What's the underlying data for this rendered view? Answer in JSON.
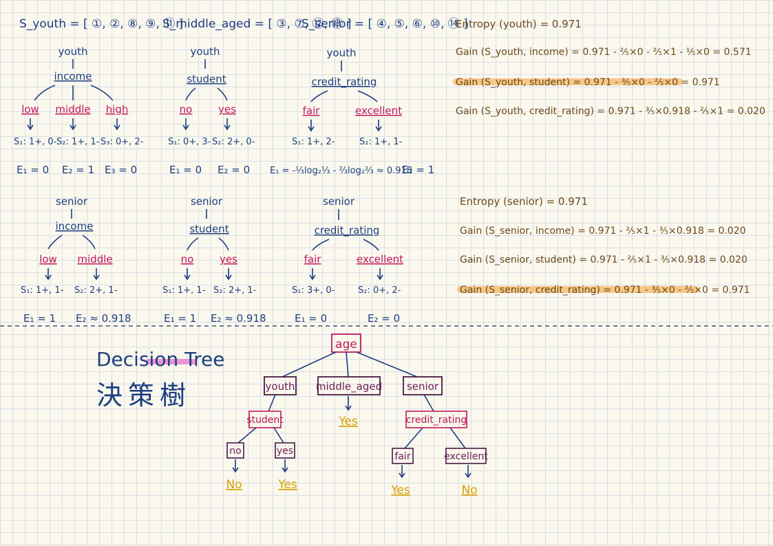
{
  "sets": {
    "youth": "S_youth = [ ①, ②, ⑧, ⑨, ⑪ ]",
    "middle": "S_middle_aged = [ ③, ⑦, ⑫, ⑬ ]",
    "senior": "S_senior = [ ④, ⑤, ⑥, ⑩, ⑭ ]"
  },
  "youth_income": {
    "root": "youth",
    "attr": "income",
    "branches": [
      "low",
      "middle",
      "high"
    ],
    "counts": [
      "S₁: 1+, 0-",
      "S₂: 1+, 1-",
      "S₃: 0+, 2-"
    ],
    "entropy": [
      "E₁ = 0",
      "E₂ = 1",
      "E₃ = 0"
    ]
  },
  "youth_student": {
    "root": "youth",
    "attr": "student",
    "branches": [
      "no",
      "yes"
    ],
    "counts": [
      "S₁: 0+, 3-",
      "S₂: 2+, 0-"
    ],
    "entropy": [
      "E₁ = 0",
      "E₂ = 0"
    ]
  },
  "youth_credit": {
    "root": "youth",
    "attr": "credit_rating",
    "branches": [
      "fair",
      "excellent"
    ],
    "counts": [
      "S₁: 1+, 2-",
      "S₂: 1+, 1-"
    ],
    "entropy": [
      "E₁ = -⅓log₂⅓ - ⅔log₂⅔ ≈ 0.918",
      "E₂ = 1"
    ]
  },
  "senior_income": {
    "root": "senior",
    "attr": "income",
    "branches": [
      "low",
      "middle"
    ],
    "counts": [
      "S₁: 1+, 1-",
      "S₂: 2+, 1-"
    ],
    "entropy": [
      "E₁ = 1",
      "E₂ ≈ 0.918"
    ]
  },
  "senior_student": {
    "root": "senior",
    "attr": "student",
    "branches": [
      "no",
      "yes"
    ],
    "counts": [
      "S₁: 1+, 1-",
      "S₂: 2+, 1-"
    ],
    "entropy": [
      "E₁ = 1",
      "E₂ ≈ 0.918"
    ]
  },
  "senior_credit": {
    "root": "senior",
    "attr": "credit_rating",
    "branches": [
      "fair",
      "excellent"
    ],
    "counts": [
      "S₁: 3+, 0-",
      "S₂: 0+, 2-"
    ],
    "entropy": [
      "E₁ = 0",
      "E₂ = 0"
    ]
  },
  "youth_gain": {
    "entropy": "Entropy (youth) = 0.971",
    "g1": "Gain (S_youth, income) = 0.971 - ⅖×0 - ⅖×1 - ⅕×0 = 0.571",
    "g2": "Gain (S_youth, student) = 0.971 - ⅗×0 - ⅖×0 = 0.971",
    "g3": "Gain (S_youth, credit_rating) = 0.971 - ⅗×0.918 - ⅖×1 = 0.020"
  },
  "senior_gain": {
    "entropy": "Entropy (senior) = 0.971",
    "g1": "Gain (S_senior, income) = 0.971 - ⅖×1 - ⅗×0.918 = 0.020",
    "g2": "Gain (S_senior, student) = 0.971 - ⅖×1 - ⅗×0.918 = 0.020",
    "g3": "Gain (S_senior, credit_rating) = 0.971 - ⅗×0 - ⅖×0 = 0.971"
  },
  "final": {
    "title_en": "Decision Tree",
    "title_zh": "決策樹",
    "root": "age",
    "level1": [
      "youth",
      "middle_aged",
      "senior"
    ],
    "student": "student",
    "credit": "credit_rating",
    "student_branches": [
      "no",
      "yes"
    ],
    "credit_branches": [
      "fair",
      "excellent"
    ],
    "middle_leaf": "Yes",
    "student_leaves": [
      "No",
      "Yes"
    ],
    "credit_leaves": [
      "Yes",
      "No"
    ]
  },
  "colors": {
    "ink": "#1c3f7f",
    "branch": "#c2185b",
    "leaf": "#d7a000",
    "box": "#4a1942",
    "highlight": "#f4b35a",
    "title_highlight": "#e87bd0"
  }
}
